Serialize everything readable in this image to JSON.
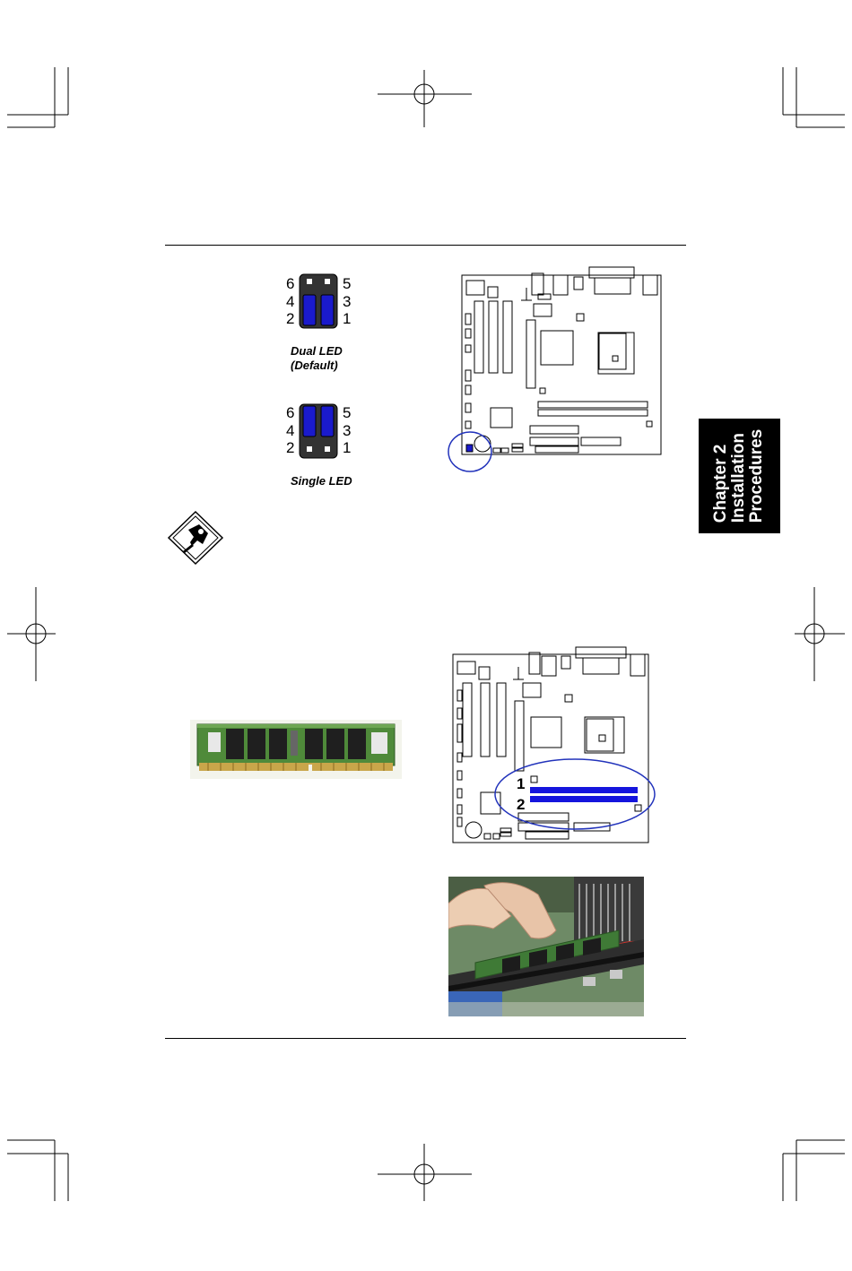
{
  "chapter_tab": {
    "line1": "Chapter 2",
    "line2": "Installation",
    "line3": "Procedures"
  },
  "led_jumper": {
    "dual": {
      "pins": {
        "p6": "6",
        "p5": "5",
        "p4": "4",
        "p3": "3",
        "p2": "2",
        "p1": "1"
      },
      "caption_line1": "Dual LED",
      "caption_line2": "(Default)"
    },
    "single": {
      "pins": {
        "p6": "6",
        "p5": "5",
        "p4": "4",
        "p3": "3",
        "p2": "2",
        "p1": "1"
      },
      "caption": "Single LED"
    }
  },
  "dimm_diagram": {
    "slot1_label": "1",
    "slot2_label": "2"
  },
  "colors": {
    "jumper_cap": "#1a1acc",
    "highlight_circle": "#2233bb",
    "dimm_slot": "#1515dd"
  }
}
